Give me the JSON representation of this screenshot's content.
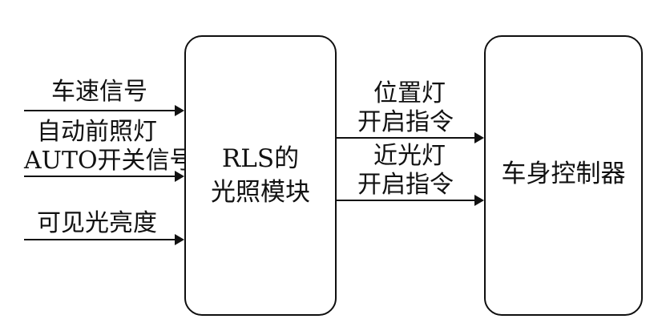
{
  "inputs": {
    "speed": "车速信号",
    "auto_line1": "自动前照灯",
    "auto_line2": "AUTO开关信号",
    "brightness": "可见光亮度"
  },
  "rls_module": {
    "line1": "RLS的",
    "line2": "光照模块"
  },
  "outputs": {
    "position_line1": "位置灯",
    "position_line2": "开启指令",
    "low_beam_line1": "近光灯",
    "low_beam_line2": "开启指令"
  },
  "bcm": {
    "label": "车身控制器"
  }
}
